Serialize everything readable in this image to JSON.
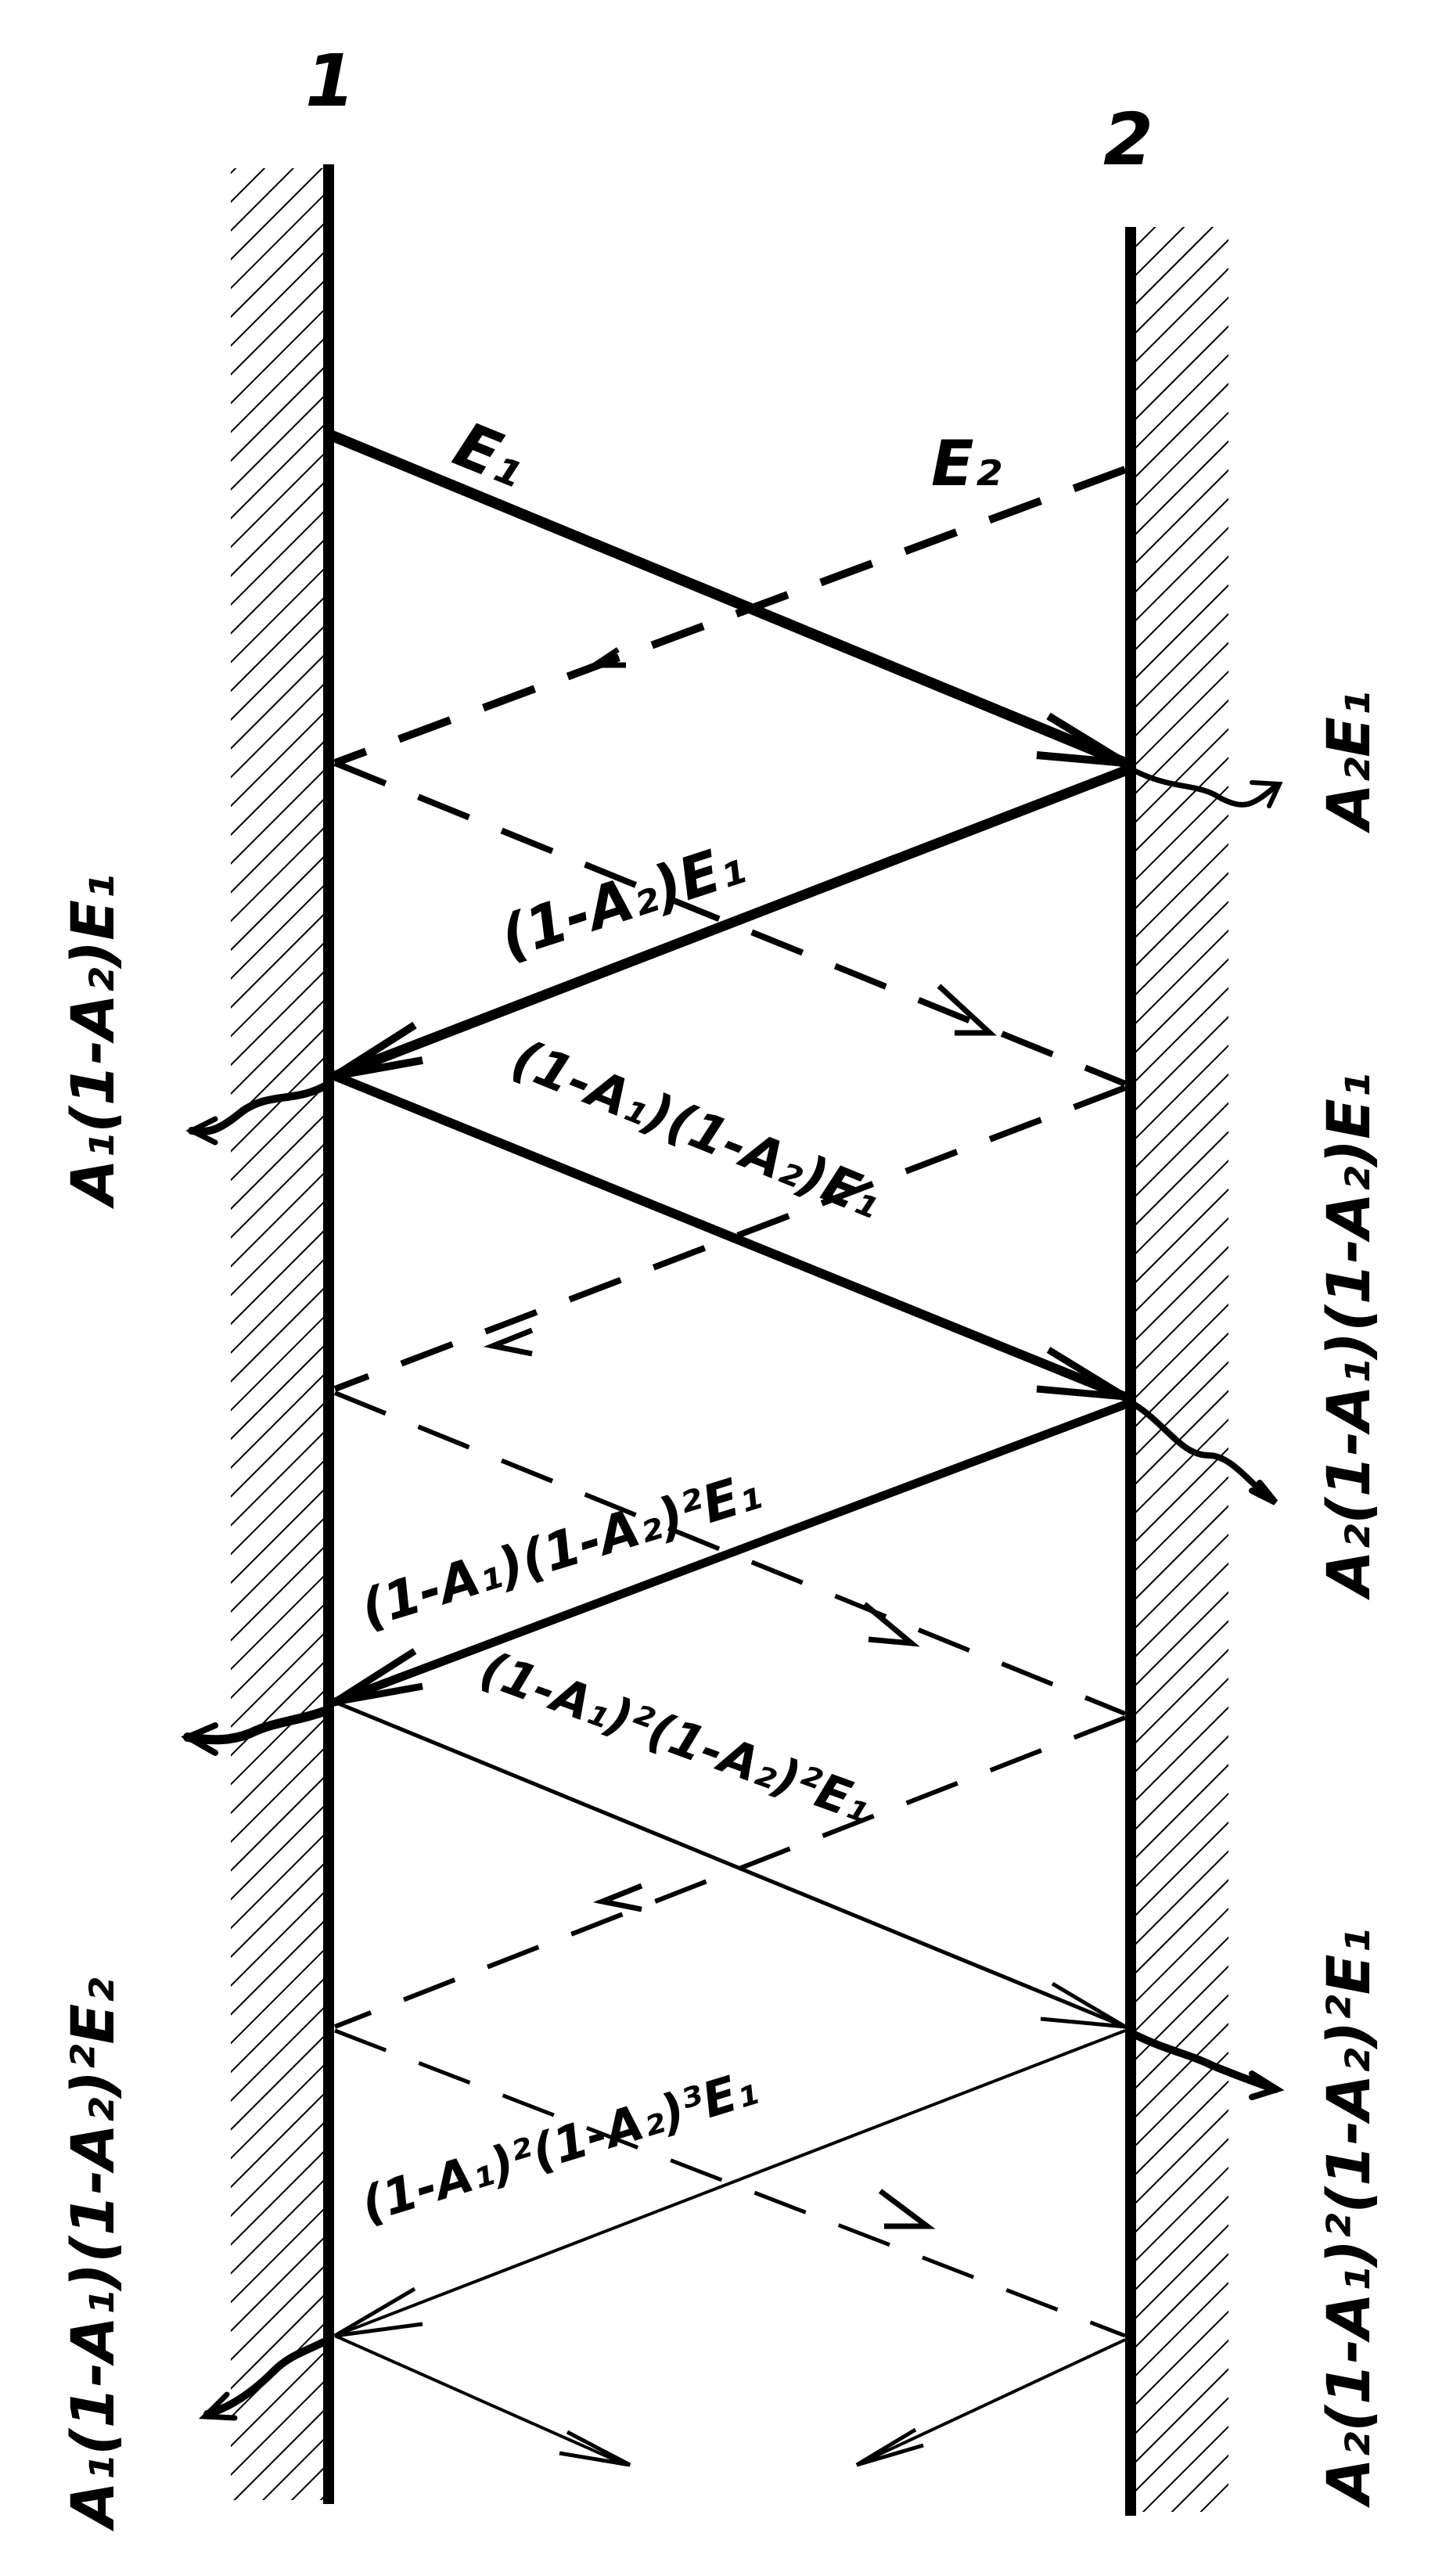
{
  "diagram": {
    "wall_labels": {
      "left": "1",
      "right": "2"
    },
    "emission_labels": {
      "wall1": "E₁",
      "wall2": "E₂"
    },
    "beam_labels": [
      "(1-A₂)E₁",
      "(1-A₁)(1-A₂)E₁",
      "(1-A₁)(1-A₂)²E₁",
      "(1-A₁)²(1-A₂)²E₁",
      "(1-A₁)²(1-A₂)³E₁"
    ],
    "absorbed_left": [
      "A₁(1-A₂)E₁",
      "A₁(1-A₁)(1-A₂)²E₂"
    ],
    "absorbed_right": [
      "A₂E₁",
      "A₂(1-A₁)(1-A₂)E₁",
      "A₂(1-A₁)²(1-A₂)²E₁"
    ],
    "colors": {
      "ink": "#000000",
      "background": "#ffffff"
    }
  }
}
